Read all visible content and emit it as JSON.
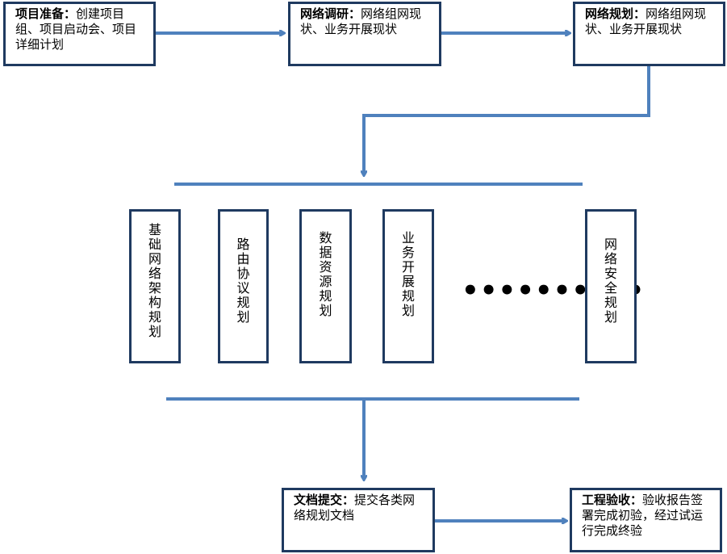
{
  "stages": {
    "prepare": {
      "title": "项目准备：",
      "text": "创建项目组、项目启动会、项目详细计划"
    },
    "survey": {
      "title": "网络调研：",
      "text": "网络组网现状、业务开展现状"
    },
    "planning": {
      "title": "网络规划：",
      "text": "网络组网现状、业务开展现状"
    },
    "docs": {
      "title": "文档提交：",
      "text": "提交各类网络规划文档"
    },
    "acceptance": {
      "title": "工程验收：",
      "text": "验收报告签署完成初验，经过试运行完成终验"
    }
  },
  "plans": [
    {
      "label": "基础网络架构规划"
    },
    {
      "label": "路由协议规划"
    },
    {
      "label": "数据资源规划"
    },
    {
      "label": "业务开展规划"
    },
    {
      "label": "网络安全规划"
    }
  ],
  "ellipsis": "••••••••••",
  "colors": {
    "arrow": "#4f81bd",
    "border": "#1f3a60"
  }
}
